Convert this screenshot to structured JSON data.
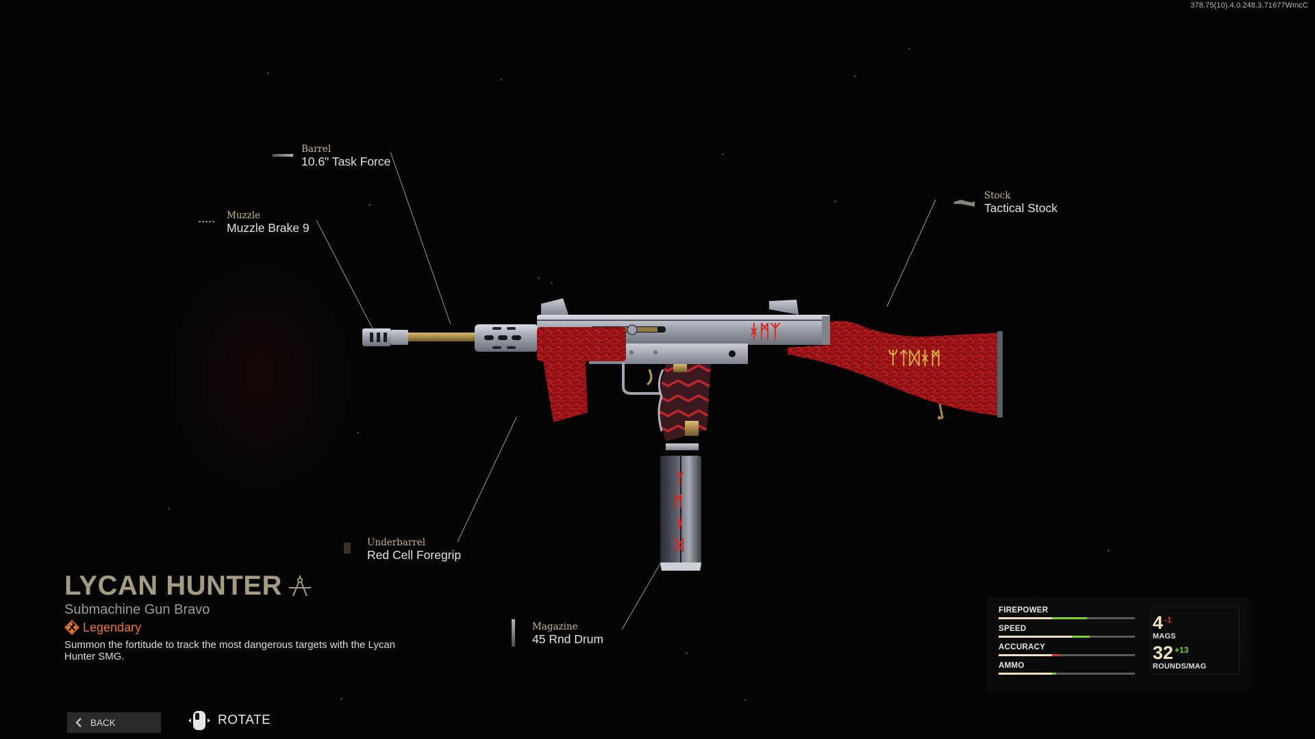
{
  "build_id": "378.75(10).4.0.248.3.71677WmcC",
  "attachments": [
    {
      "slot": "Barrel",
      "name": "10.6\" Task Force"
    },
    {
      "slot": "Muzzle",
      "name": "Muzzle Brake 9"
    },
    {
      "slot": "Stock",
      "name": "Tactical Stock"
    },
    {
      "slot": "Underbarrel",
      "name": "Red Cell Foregrip"
    },
    {
      "slot": "Magazine",
      "name": "45 Rnd Drum"
    }
  ],
  "weapon": {
    "name": "LYCAN HUNTER",
    "class": "Submachine Gun Bravo",
    "rarity": "Legendary",
    "description": "Summon the fortitude to track the most dangerous targets with the Lycan Hunter SMG.",
    "blueprint_icon": "compass-blueprint-icon",
    "rarity_icon": "legendary-diamond-icon"
  },
  "colors": {
    "rarity": "#e8782a",
    "stat_base": "#f3e2c4",
    "stat_increase": "#7fd227",
    "stat_decrease": "#e0382c",
    "stat_track": "#5e5a55",
    "title": "#a39b82",
    "attachment_slot": "#c9b78e"
  },
  "stats": [
    {
      "label": "FIREPOWER",
      "value": 0.39,
      "modified": 0.65,
      "change": "increase"
    },
    {
      "label": "SPEED",
      "value": 0.54,
      "modified": 0.67,
      "change": "increase"
    },
    {
      "label": "ACCURACY",
      "value": 0.39,
      "modified": 0.44,
      "change": "decrease"
    },
    {
      "label": "AMMO",
      "value": 0.39,
      "modified": 0.42,
      "change": "increase"
    }
  ],
  "ammo": {
    "mags": {
      "value": "4",
      "modifier": "-1",
      "label": "MAGS"
    },
    "rounds": {
      "value": "32",
      "modifier": "+13",
      "label": "ROUNDS/MAG"
    }
  },
  "footer": {
    "back_label": "BACK",
    "rotate_label": "ROTATE"
  }
}
